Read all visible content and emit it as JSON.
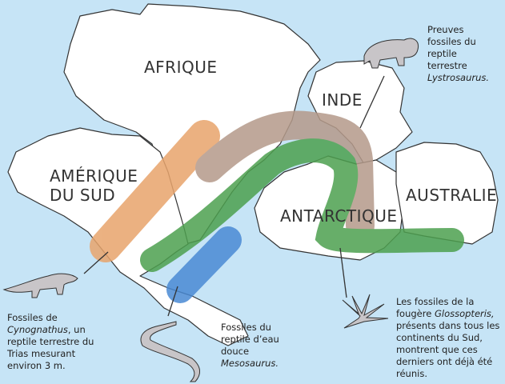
{
  "continents": {
    "africa": "AFRIQUE",
    "south_america_1": "AMÉRIQUE",
    "south_america_2": "DU SUD",
    "india": "INDE",
    "antarctica": "ANTARCTIQUE",
    "australia": "AUSTRALIE"
  },
  "captions": {
    "lystrosaurus": {
      "line1": "Preuves",
      "line2": "fossiles du",
      "line3": "reptile",
      "line4": "terrestre",
      "species": "Lystrosaurus."
    },
    "cynognathus": {
      "line1": "Fossiles de",
      "species": "Cynognathus",
      "line2_rest": ", un",
      "line3": "reptile terrestre du",
      "line4": "Trias mesurant",
      "line5": "environ 3 m."
    },
    "mesosaurus": {
      "line1": "Fossiles du",
      "line2": "reptile d’eau",
      "line3": "douce",
      "species": "Mesosaurus."
    },
    "glossopteris": {
      "line1": "Les fossiles de la",
      "line2_start": "fougère ",
      "species": "Glossopteris,",
      "line3": "présents dans tous les",
      "line4": "continents du Sud,",
      "line5": "montrent que ces",
      "line6": "derniers ont déjà été",
      "line7": "réunis."
    }
  },
  "colors": {
    "ocean": "#c6e4f6",
    "land": "#ffffff",
    "cynognathus": "#e8a46c",
    "lystrosaurus": "#b59a8a",
    "glossopteris": "#4da04f",
    "mesosaurus": "#4a8ad4",
    "animal": "#c8c5c8"
  }
}
